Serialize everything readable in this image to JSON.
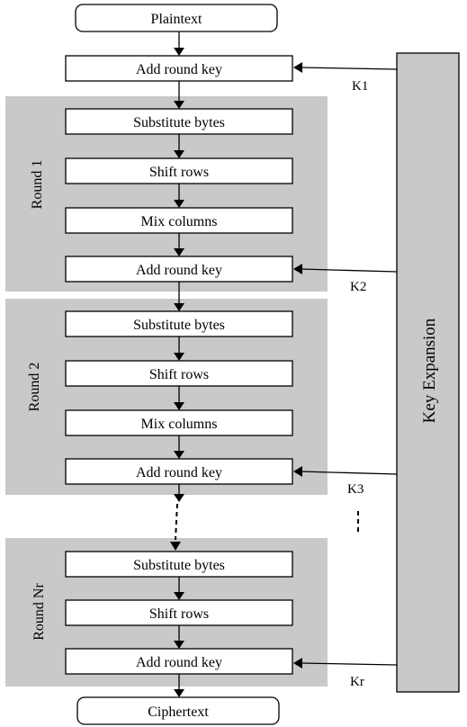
{
  "input": {
    "label": "Plaintext"
  },
  "output": {
    "label": "Ciphertext"
  },
  "initial_step": {
    "label": "Add round key",
    "key": "K1"
  },
  "rounds": [
    {
      "name": "Round 1",
      "steps": [
        "Substitute bytes",
        "Shift rows",
        "Mix columns",
        "Add round key"
      ],
      "key": "K2"
    },
    {
      "name": "Round 2",
      "steps": [
        "Substitute bytes",
        "Shift rows",
        "Mix columns",
        "Add round key"
      ],
      "key": "K3"
    },
    {
      "name": "Round Nr",
      "steps": [
        "Substitute bytes",
        "Shift rows",
        "Add round key"
      ],
      "key": "Kr"
    }
  ],
  "key_expansion": {
    "label": "Key Expansion"
  }
}
